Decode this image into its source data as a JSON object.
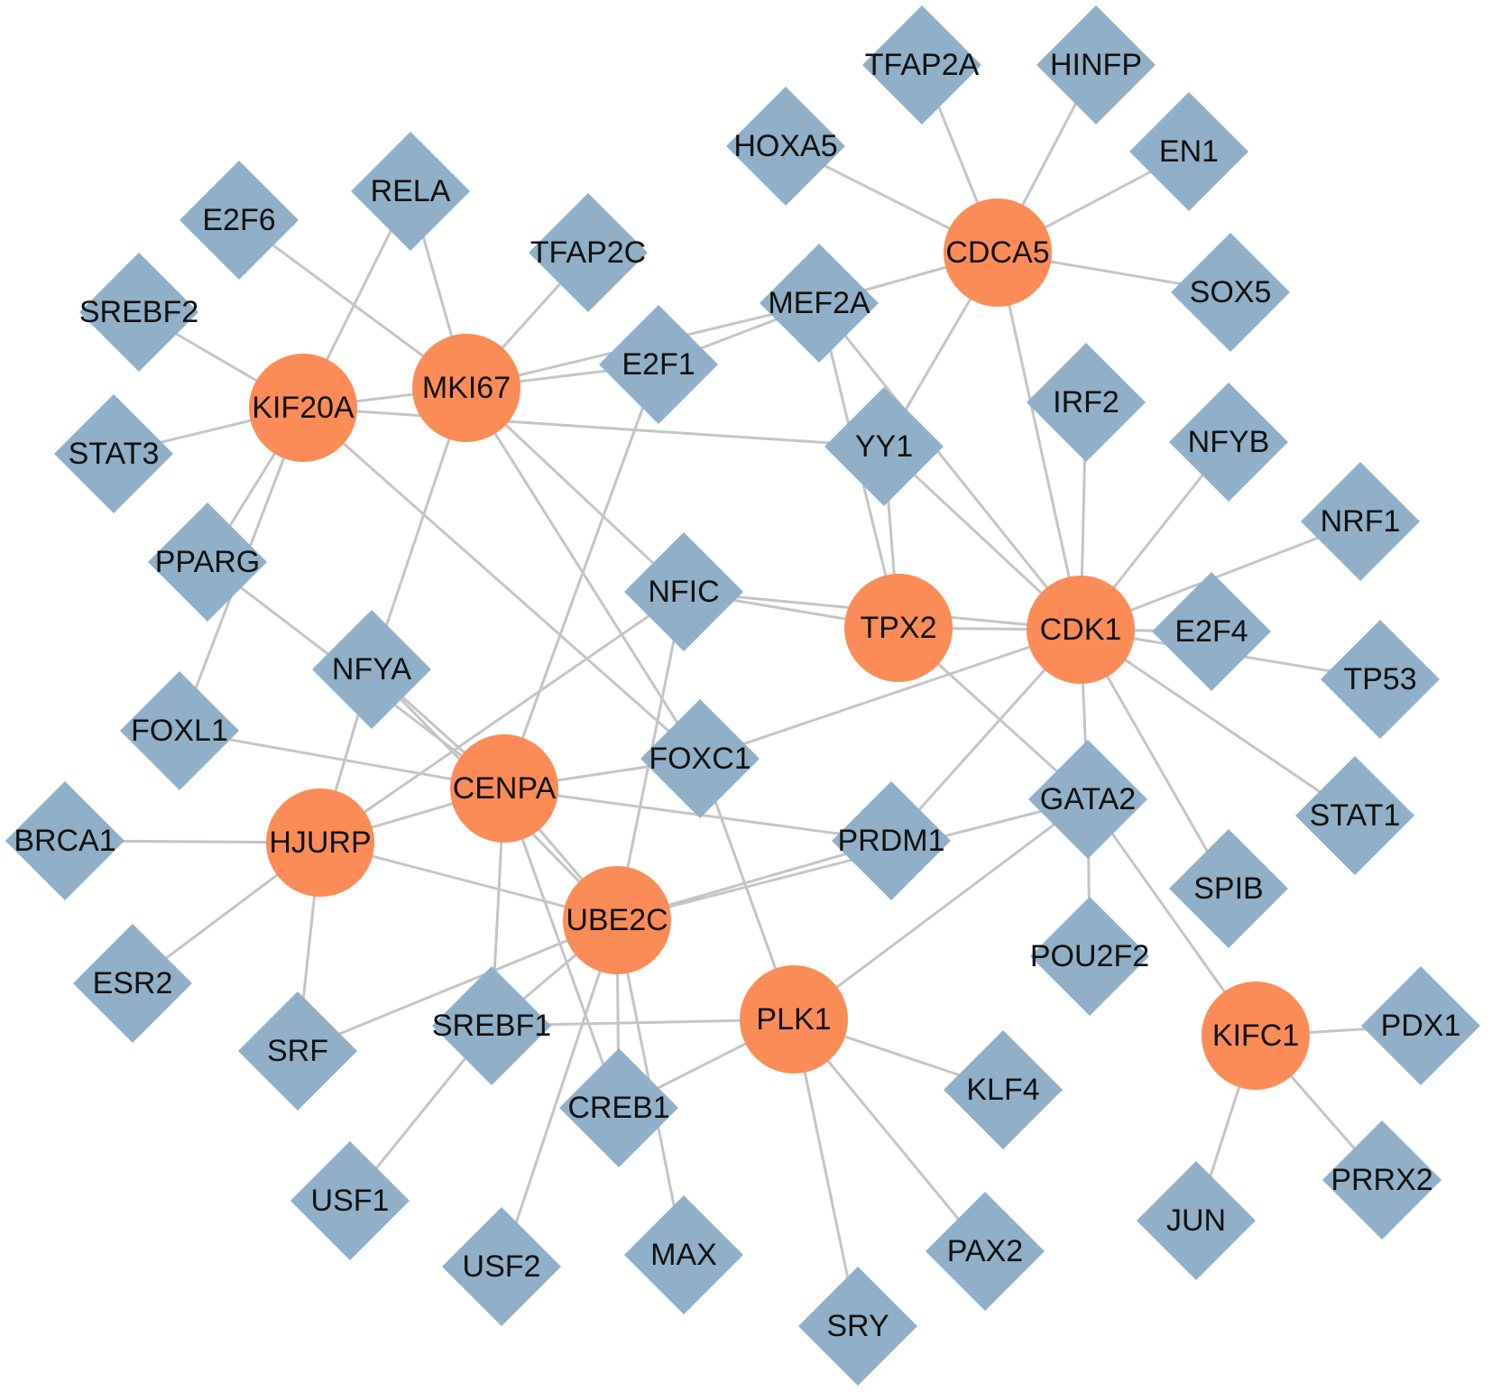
{
  "colors": {
    "hub": "#fb8c58",
    "tf": "#8fb0c8",
    "edge": "#c4c4c4",
    "label": "#111111"
  },
  "hubs": [
    {
      "id": "CDCA5",
      "label": "CDCA5"
    },
    {
      "id": "MKI67",
      "label": "MKI67"
    },
    {
      "id": "KIF20A",
      "label": "KIF20A"
    },
    {
      "id": "TPX2",
      "label": "TPX2"
    },
    {
      "id": "CDK1",
      "label": "CDK1"
    },
    {
      "id": "CENPA",
      "label": "CENPA"
    },
    {
      "id": "HJURP",
      "label": "HJURP"
    },
    {
      "id": "UBE2C",
      "label": "UBE2C"
    },
    {
      "id": "PLK1",
      "label": "PLK1"
    },
    {
      "id": "KIFC1",
      "label": "KIFC1"
    }
  ],
  "tfs": [
    {
      "id": "TFAP2A",
      "label": "TFAP2A"
    },
    {
      "id": "HINFP",
      "label": "HINFP"
    },
    {
      "id": "HOXA5",
      "label": "HOXA5"
    },
    {
      "id": "EN1",
      "label": "EN1"
    },
    {
      "id": "SOX5",
      "label": "SOX5"
    },
    {
      "id": "RELA",
      "label": "RELA"
    },
    {
      "id": "E2F6",
      "label": "E2F6"
    },
    {
      "id": "TFAP2C",
      "label": "TFAP2C"
    },
    {
      "id": "MEF2A",
      "label": "MEF2A"
    },
    {
      "id": "SREBF2",
      "label": "SREBF2"
    },
    {
      "id": "E2F1",
      "label": "E2F1"
    },
    {
      "id": "IRF2",
      "label": "IRF2"
    },
    {
      "id": "NFYB",
      "label": "NFYB"
    },
    {
      "id": "STAT3",
      "label": "STAT3"
    },
    {
      "id": "YY1",
      "label": "YY1"
    },
    {
      "id": "NRF1",
      "label": "NRF1"
    },
    {
      "id": "PPARG",
      "label": "PPARG"
    },
    {
      "id": "NFIC",
      "label": "NFIC"
    },
    {
      "id": "E2F4",
      "label": "E2F4"
    },
    {
      "id": "NFYA",
      "label": "NFYA"
    },
    {
      "id": "TP53",
      "label": "TP53"
    },
    {
      "id": "FOXL1",
      "label": "FOXL1"
    },
    {
      "id": "FOXC1",
      "label": "FOXC1"
    },
    {
      "id": "GATA2",
      "label": "GATA2"
    },
    {
      "id": "STAT1",
      "label": "STAT1"
    },
    {
      "id": "BRCA1",
      "label": "BRCA1"
    },
    {
      "id": "PRDM1",
      "label": "PRDM1"
    },
    {
      "id": "SPIB",
      "label": "SPIB"
    },
    {
      "id": "POU2F2",
      "label": "POU2F2"
    },
    {
      "id": "ESR2",
      "label": "ESR2"
    },
    {
      "id": "SREBF1",
      "label": "SREBF1"
    },
    {
      "id": "SRF",
      "label": "SRF"
    },
    {
      "id": "PDX1",
      "label": "PDX1"
    },
    {
      "id": "KLF4",
      "label": "KLF4"
    },
    {
      "id": "CREB1",
      "label": "CREB1"
    },
    {
      "id": "PRRX2",
      "label": "PRRX2"
    },
    {
      "id": "USF1",
      "label": "USF1"
    },
    {
      "id": "JUN",
      "label": "JUN"
    },
    {
      "id": "PAX2",
      "label": "PAX2"
    },
    {
      "id": "USF2",
      "label": "USF2"
    },
    {
      "id": "MAX",
      "label": "MAX"
    },
    {
      "id": "SRY",
      "label": "SRY"
    }
  ],
  "edges": [
    [
      "CDCA5",
      "TFAP2A"
    ],
    [
      "CDCA5",
      "HINFP"
    ],
    [
      "CDCA5",
      "HOXA5"
    ],
    [
      "CDCA5",
      "EN1"
    ],
    [
      "CDCA5",
      "SOX5"
    ],
    [
      "CDCA5",
      "MEF2A"
    ],
    [
      "CDCA5",
      "YY1"
    ],
    [
      "CDCA5",
      "CDK1"
    ],
    [
      "KIF20A",
      "SREBF2"
    ],
    [
      "KIF20A",
      "STAT3"
    ],
    [
      "KIF20A",
      "RELA"
    ],
    [
      "KIF20A",
      "MKI67"
    ],
    [
      "KIF20A",
      "YY1"
    ],
    [
      "KIF20A",
      "PPARG"
    ],
    [
      "KIF20A",
      "FOXL1"
    ],
    [
      "KIF20A",
      "FOXC1"
    ],
    [
      "MKI67",
      "E2F6"
    ],
    [
      "MKI67",
      "RELA"
    ],
    [
      "MKI67",
      "TFAP2C"
    ],
    [
      "MKI67",
      "E2F1"
    ],
    [
      "MKI67",
      "MEF2A"
    ],
    [
      "MKI67",
      "NFIC"
    ],
    [
      "MKI67",
      "NFYA"
    ],
    [
      "MKI67",
      "FOXC1"
    ],
    [
      "E2F1",
      "MEF2A"
    ],
    [
      "E2F1",
      "CENPA"
    ],
    [
      "MEF2A",
      "TPX2"
    ],
    [
      "MEF2A",
      "CDK1"
    ],
    [
      "YY1",
      "TPX2"
    ],
    [
      "YY1",
      "CDK1"
    ],
    [
      "NFIC",
      "TPX2"
    ],
    [
      "NFIC",
      "CDK1"
    ],
    [
      "NFIC",
      "HJURP"
    ],
    [
      "NFIC",
      "UBE2C"
    ],
    [
      "TPX2",
      "CDK1"
    ],
    [
      "TPX2",
      "GATA2"
    ],
    [
      "CDK1",
      "IRF2"
    ],
    [
      "CDK1",
      "NFYB"
    ],
    [
      "CDK1",
      "NRF1"
    ],
    [
      "CDK1",
      "E2F4"
    ],
    [
      "CDK1",
      "TP53"
    ],
    [
      "CDK1",
      "STAT1"
    ],
    [
      "CDK1",
      "SPIB"
    ],
    [
      "CDK1",
      "GATA2"
    ],
    [
      "CDK1",
      "PRDM1"
    ],
    [
      "CDK1",
      "FOXC1"
    ],
    [
      "PPARG",
      "CENPA"
    ],
    [
      "NFYA",
      "HJURP"
    ],
    [
      "NFYA",
      "CENPA"
    ],
    [
      "NFYA",
      "UBE2C"
    ],
    [
      "FOXL1",
      "CENPA"
    ],
    [
      "FOXC1",
      "CENPA"
    ],
    [
      "FOXC1",
      "PLK1"
    ],
    [
      "CENPA",
      "HJURP"
    ],
    [
      "CENPA",
      "UBE2C"
    ],
    [
      "CENPA",
      "PRDM1"
    ],
    [
      "CENPA",
      "SREBF1"
    ],
    [
      "CENPA",
      "CREB1"
    ],
    [
      "HJURP",
      "BRCA1"
    ],
    [
      "HJURP",
      "ESR2"
    ],
    [
      "HJURP",
      "SRF"
    ],
    [
      "HJURP",
      "UBE2C"
    ],
    [
      "UBE2C",
      "PRDM1"
    ],
    [
      "UBE2C",
      "GATA2"
    ],
    [
      "UBE2C",
      "SREBF1"
    ],
    [
      "UBE2C",
      "SRF"
    ],
    [
      "UBE2C",
      "CREB1"
    ],
    [
      "UBE2C",
      "USF2"
    ],
    [
      "UBE2C",
      "MAX"
    ],
    [
      "GATA2",
      "POU2F2"
    ],
    [
      "GATA2",
      "KIFC1"
    ],
    [
      "GATA2",
      "PLK1"
    ],
    [
      "PLK1",
      "SREBF1"
    ],
    [
      "PLK1",
      "CREB1"
    ],
    [
      "PLK1",
      "KLF4"
    ],
    [
      "PLK1",
      "PAX2"
    ],
    [
      "PLK1",
      "SRY"
    ],
    [
      "SREBF1",
      "USF1"
    ],
    [
      "KIFC1",
      "PDX1"
    ],
    [
      "KIFC1",
      "PRRX2"
    ],
    [
      "KIFC1",
      "JUN"
    ]
  ]
}
